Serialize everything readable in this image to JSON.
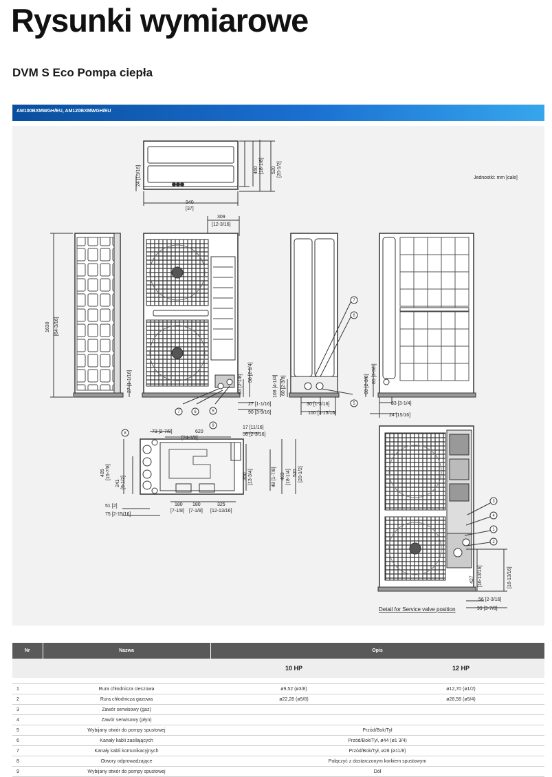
{
  "title": "Rysunki wymiarowe",
  "subtitle": "DVM S Eco Pompa ciepła",
  "model_bar": "AM100BXMWGH/EU, AM120BXMWGH/EU",
  "figure": {
    "units_note": "Jednostki: mm [cale]",
    "detail_caption": "Detail for Service valve position",
    "dims": {
      "top_depth_460": "460",
      "top_depth_460_in": "[18-1/8]",
      "top_depth_520": "520",
      "top_depth_520_in": "[20-1/2]",
      "top_24": "24 [15/16]",
      "width_940": "940",
      "width_940_in": "[37]",
      "w_309": "309",
      "w_309_in": "[12-3/16]",
      "h_1630": "1630",
      "h_1630_in": "[64-3/16]",
      "h_27": "27 [1-1/16]",
      "f_53": "53 [2-1/8]",
      "f_58": "58 [2-1/4]",
      "f_27": "27 [1-1/16]",
      "f_90": "90 [3-9/16]",
      "s_108": "108 [4-1/4]",
      "s_60": "60 [2-3/8]",
      "s_30": "30 [1-3/16]",
      "s_100": "100 [3-15/16]",
      "r_60": "60 [2-3/8]",
      "r_85": "85 [3-3/8]",
      "r_83": "83 [3-1/4]",
      "r_24": "24 [15/16]",
      "b_73": "73 [2-7/8]",
      "b_620": "620",
      "b_620_in": "[24-3/8]",
      "b_17": "17 [11/16]",
      "b_56": "56 [2-3/16]",
      "b_405": "405",
      "b_405_in": "[15-7/8]",
      "b_241": "241",
      "b_241_in": "[9-1/2]",
      "b_350": "350",
      "b_350_in": "[13-3/4]",
      "b_48": "48 [1-7/8]",
      "b_463": "463",
      "b_463_in": "[18-1/4]",
      "b_520": "520",
      "b_520_in": "[20-1/2]",
      "b_51": "51 [2]",
      "b_75": "75 [2-15/16]",
      "b_180a": "180",
      "b_180a_in": "[7-1/8]",
      "b_180b": "180",
      "b_180b_in": "[7-1/8]",
      "b_325": "325",
      "b_325_in": "[12-13/16]",
      "d_427": "427",
      "d_427_in": "[16-13/16]",
      "d_56": "56 [2-3/16]",
      "d_99": "99 [3-7/8]"
    },
    "callouts": [
      "1",
      "2",
      "3",
      "4",
      "5",
      "6",
      "7",
      "8",
      "9"
    ]
  },
  "table": {
    "headers": {
      "nr": "Nr",
      "name": "Nazwa",
      "desc": "Opis"
    },
    "subheaders": {
      "hp10": "10 HP",
      "hp12": "12 HP"
    },
    "rows": [
      {
        "nr": "1",
        "name": "Rura chłodnicza cieczowa",
        "hp10": "ø9,52 (ø3/8)",
        "hp12": "ø12,70 (ø1/2)"
      },
      {
        "nr": "2",
        "name": "Rura chłodnicza gazowa",
        "hp10": "ø22,28 (ø5/8)",
        "hp12": "ø28,58 (ø5/4)"
      },
      {
        "nr": "3",
        "name": "Zawór serwisowy (gaz)",
        "span": ""
      },
      {
        "nr": "4",
        "name": "Zawór serwisowy (płyn)",
        "span": ""
      },
      {
        "nr": "5",
        "name": "Wybijany otwór do pompy spustowej",
        "span": "Przód/Bok/Tył"
      },
      {
        "nr": "6",
        "name": "Kanały kabli zasilających",
        "span": "Przód/Bok/Tył, ø44 (ø1 3/4)"
      },
      {
        "nr": "7",
        "name": "Kanały kabli komunikacyjnych",
        "span": "Przód/Bok/Tył, ø28 (ø11/8)"
      },
      {
        "nr": "8",
        "name": "Otwory odprowadzające",
        "span": "Połączyć z dostarczonym korkiem spustowym"
      },
      {
        "nr": "9",
        "name": "Wybijany otwór do pompy spustowej",
        "span": "Dół"
      }
    ]
  }
}
